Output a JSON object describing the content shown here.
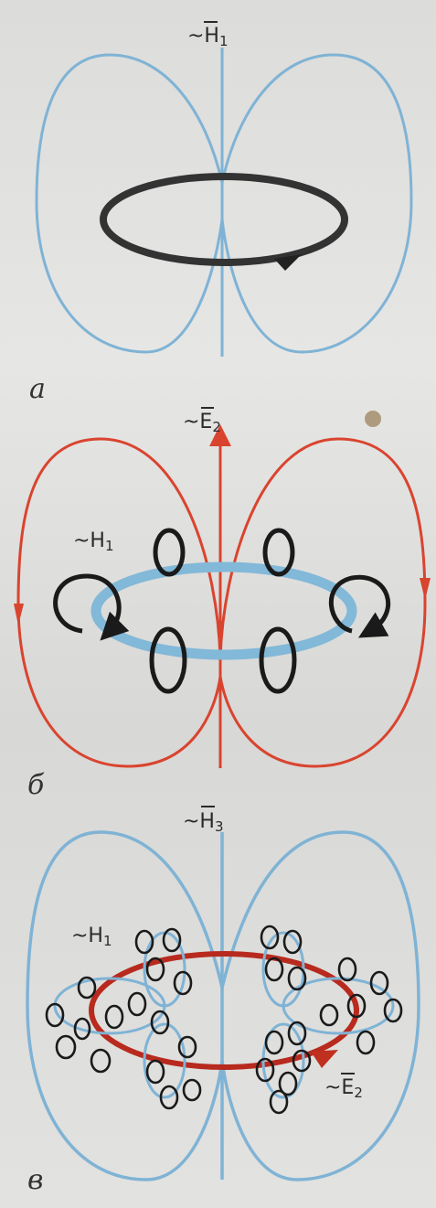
{
  "panels": [
    {
      "letter": "а",
      "field_label": "~H",
      "field_sub": "1",
      "overbar": true
    },
    {
      "letter": "б",
      "field_label": "~E",
      "field_sub": "2",
      "overbar": true,
      "side_label": "~H",
      "side_sub": "1"
    },
    {
      "letter": "в",
      "field_label": "~H",
      "field_sub": "3",
      "overbar": true,
      "side_label": "~H",
      "side_sub": "1",
      "side_label_2": "~E",
      "side_sub_2": "2"
    }
  ],
  "colors": {
    "blue": "#7fb3d5",
    "red": "#d9442f",
    "black": "#1a1a1a",
    "paper": "#dcdcda"
  }
}
